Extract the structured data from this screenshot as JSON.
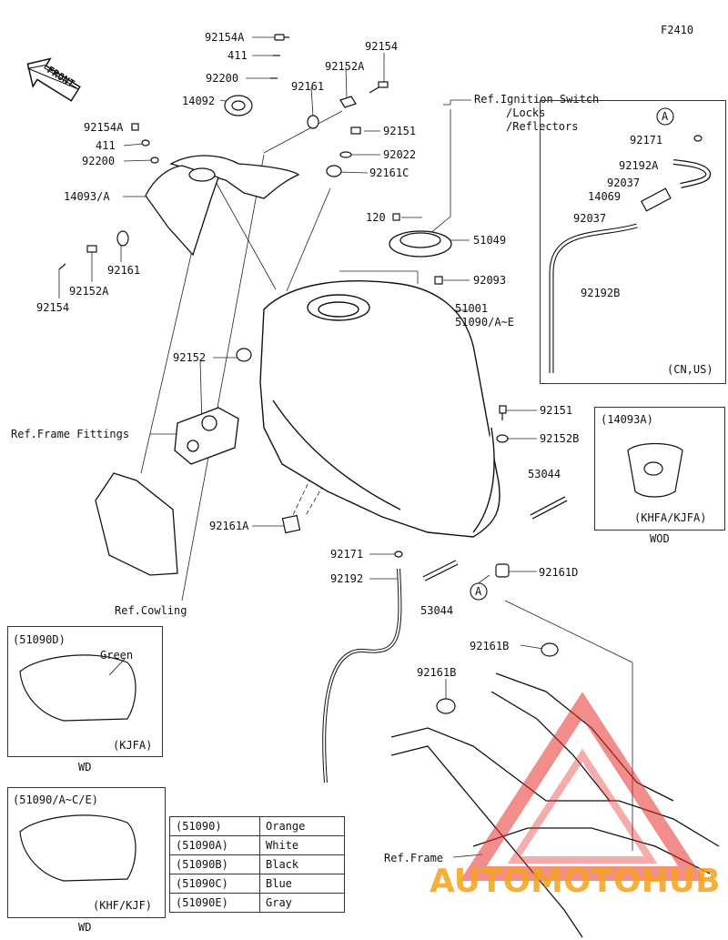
{
  "figure_code": "F2410",
  "front_label": "FRONT",
  "callouts": {
    "c92154A_top": "92154A",
    "c411_top": "411",
    "c92200_top": "92200",
    "c14092": "14092",
    "c92154_top": "92154",
    "c92152A_top": "92152A",
    "c92161_top": "92161",
    "c92151_top": "92151",
    "c92022": "92022",
    "c92161C": "92161C",
    "c92154A_left": "92154A",
    "c411_left": "411",
    "c92200_left": "92200",
    "c14093A": "14093/A",
    "c92161_left": "92161",
    "c92152A_left": "92152A",
    "c92154_left": "92154",
    "c120": "120",
    "c51049": "51049",
    "c92093": "92093",
    "c51001": "51001",
    "c51090": "51090/A~E",
    "c92152": "92152",
    "c92151_mid": "92151",
    "c92152B": "92152B",
    "c53044_right": "53044",
    "c92161A": "92161A",
    "c92171_mid": "92171",
    "c92192": "92192",
    "c53044_mid": "53044",
    "c92161D": "92161D",
    "c92161B_right": "92161B",
    "c92161B_left": "92161B",
    "ref_ignition": "Ref.Ignition Switch",
    "ref_locks": "/Locks",
    "ref_reflectors": "/Reflectors",
    "ref_frame_fittings": "Ref.Frame Fittings",
    "ref_cowling": "Ref.Cowling",
    "ref_frame": "Ref.Frame",
    "marker_a_main": "A"
  },
  "hose_box": {
    "marker": "A",
    "c92171": "92171",
    "c92192A": "92192A",
    "c92037_a": "92037",
    "c14069": "14069",
    "c92037_b": "92037",
    "c92192B": "92192B",
    "region": "(CN,US)"
  },
  "wod_box": {
    "title": "(14093A)",
    "model": "(KHFA/KJFA)",
    "caption": "WOD"
  },
  "wd_box_1": {
    "title": "(51090D)",
    "color_note": "Green",
    "model": "(KJFA)",
    "caption": "WD"
  },
  "wd_box_2": {
    "title": "(51090/A~C/E)",
    "model": "(KHF/KJF)",
    "caption": "WD"
  },
  "color_table": [
    {
      "code": "(51090)",
      "color": "Orange"
    },
    {
      "code": "(51090A)",
      "color": "White"
    },
    {
      "code": "(51090B)",
      "color": "Black"
    },
    {
      "code": "(51090C)",
      "color": "Blue"
    },
    {
      "code": "(51090E)",
      "color": "Gray"
    }
  ],
  "watermark": {
    "text_a": "AUTO",
    "text_b": "MOTO",
    "text_c": "HUB",
    "color_red": "#e5322d",
    "color_orange": "#f4a21c"
  }
}
